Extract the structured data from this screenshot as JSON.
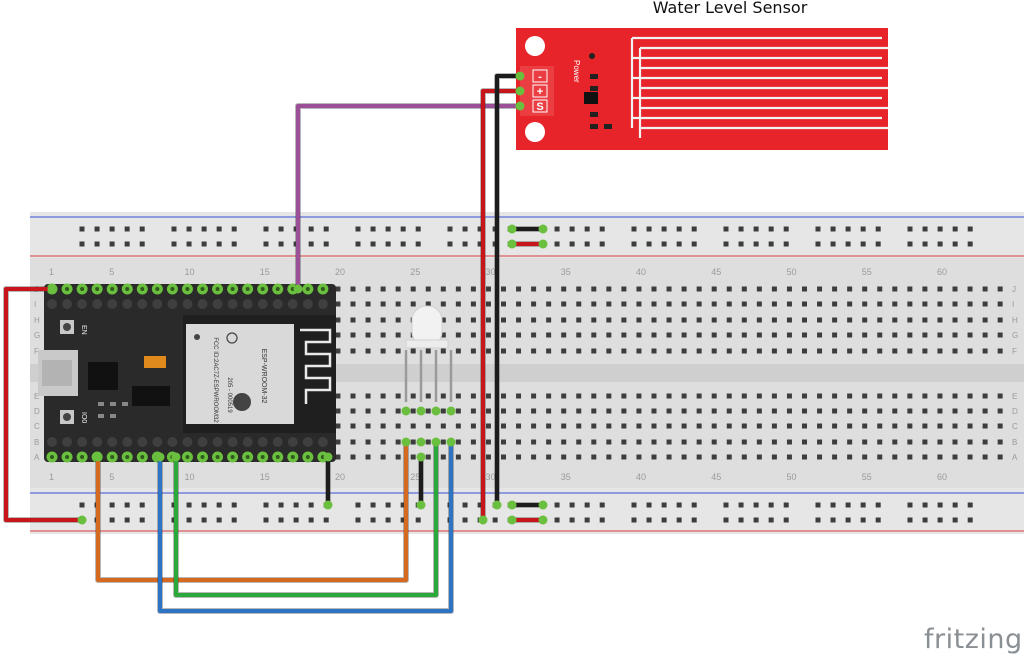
{
  "diagram": {
    "title": "Water Level Sensor",
    "brand": "fritzing",
    "sensor": {
      "pins": [
        "-",
        "+",
        "S"
      ],
      "power_label": "Power"
    },
    "breadboard": {
      "column_numbers_top": [
        "1",
        "5",
        "10",
        "15",
        "20",
        "25",
        "30",
        "35",
        "40",
        "45",
        "50",
        "55",
        "60"
      ],
      "column_numbers_bottom": [
        "1",
        "5",
        "10",
        "15",
        "20",
        "25",
        "30",
        "35",
        "40",
        "45",
        "50",
        "55",
        "60"
      ],
      "row_letters_top": [
        "J",
        "I",
        "H",
        "G",
        "F"
      ],
      "row_letters_bottom": [
        "E",
        "D",
        "C",
        "B",
        "A"
      ]
    },
    "esp32": {
      "module_name": "ESP-WROOM-32",
      "fcc_id": "FCC ID:2AC7Z-ESPWROOM32",
      "cert": "205 - 000519",
      "button_en": "EN",
      "button_boot": "IO0"
    },
    "wire_colors": {
      "red": "#c8141b",
      "black": "#1c1c1c",
      "purple": "#9b4f96",
      "orange": "#d4691f",
      "green": "#2ba83a",
      "blue": "#2d74c4",
      "rail_blue": "#3b4fd6",
      "rail_red": "#d93c3c"
    }
  }
}
